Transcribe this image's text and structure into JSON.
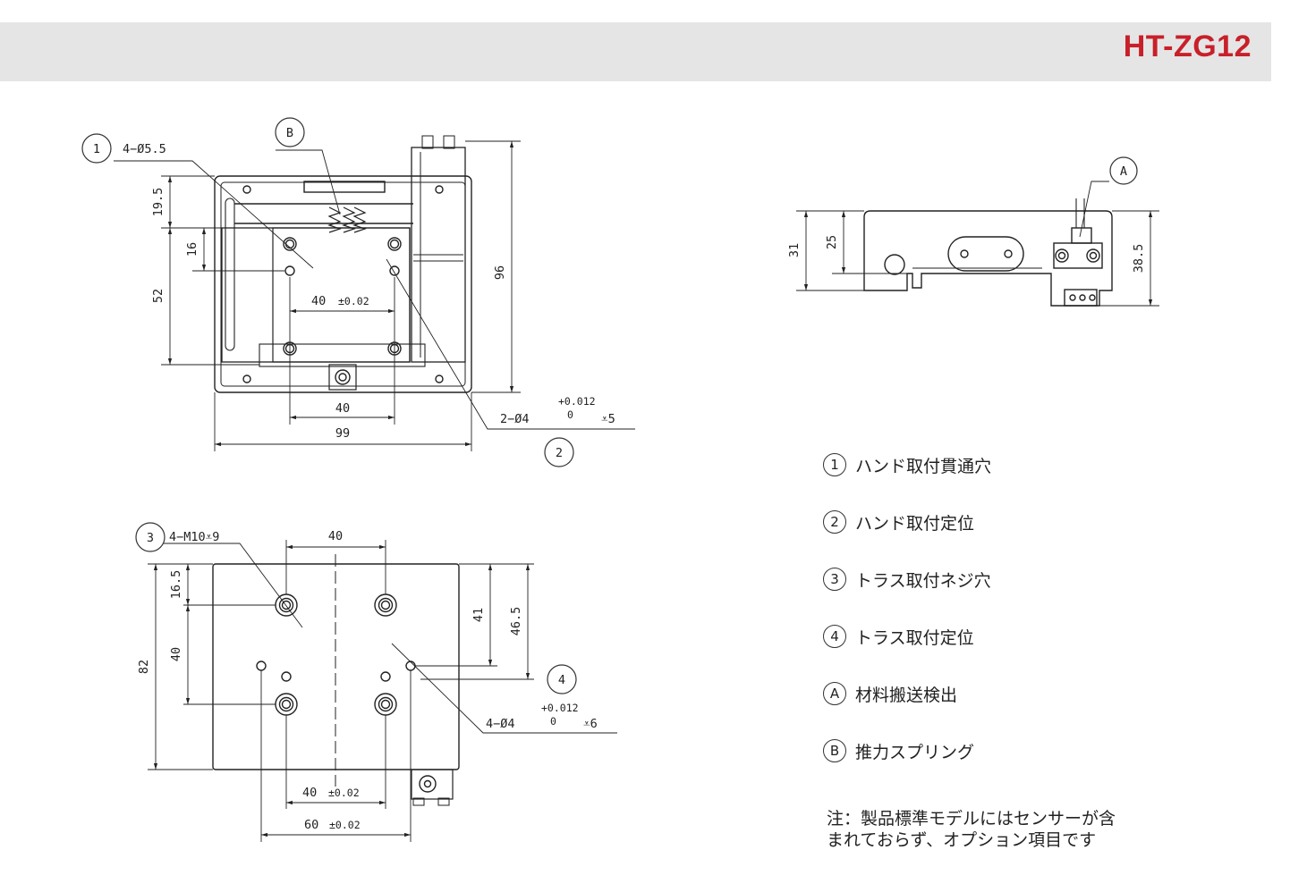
{
  "header": {
    "model": "HT-ZG12"
  },
  "top_view": {
    "callout_1": "1",
    "callout_b": "B",
    "callout_2": "2",
    "hole_1": "4−Ø5.5",
    "hole_2_main": "2−Ø4",
    "hole_2_tol_upper": "+0.012",
    "hole_2_tol_lower": "0",
    "hole_2_depth": "⩡5",
    "dim_19_5": "19.5",
    "dim_16": "16",
    "dim_52": "52",
    "dim_96": "96",
    "dim_40_tol_value": "40",
    "dim_40_tol": "±0.02",
    "dim_40": "40",
    "dim_99": "99"
  },
  "side_view": {
    "callout_a": "A",
    "dim_31": "31",
    "dim_25": "25",
    "dim_38_5": "38.5"
  },
  "bottom_view": {
    "callout_3": "3",
    "callout_4": "4",
    "tap_3": "4−M10⩡9",
    "hole_4_main": "4−Ø4",
    "hole_4_tol_upper": "+0.012",
    "hole_4_tol_lower": "0",
    "hole_4_depth": "⩡6",
    "dim_40_top": "40",
    "dim_16_5": "16.5",
    "dim_40_left": "40",
    "dim_82": "82",
    "dim_41": "41",
    "dim_46_5": "46.5",
    "dim_40_tol_value": "40",
    "dim_40_tol": "±0.02",
    "dim_60_tol_value": "60",
    "dim_60_tol": "±0.02"
  },
  "legend": [
    {
      "mark": "1",
      "label": "ハンド取付貫通穴"
    },
    {
      "mark": "2",
      "label": "ハンド取付定位"
    },
    {
      "mark": "3",
      "label": "トラス取付ネジ穴"
    },
    {
      "mark": "4",
      "label": "トラス取付定位"
    },
    {
      "mark": "A",
      "label": "材料搬送検出"
    },
    {
      "mark": "B",
      "label": "推力スプリング"
    }
  ],
  "note": {
    "line1": "注：製品標準モデルにはセンサーが含",
    "line2": "まれておらず、オプション項目です"
  }
}
